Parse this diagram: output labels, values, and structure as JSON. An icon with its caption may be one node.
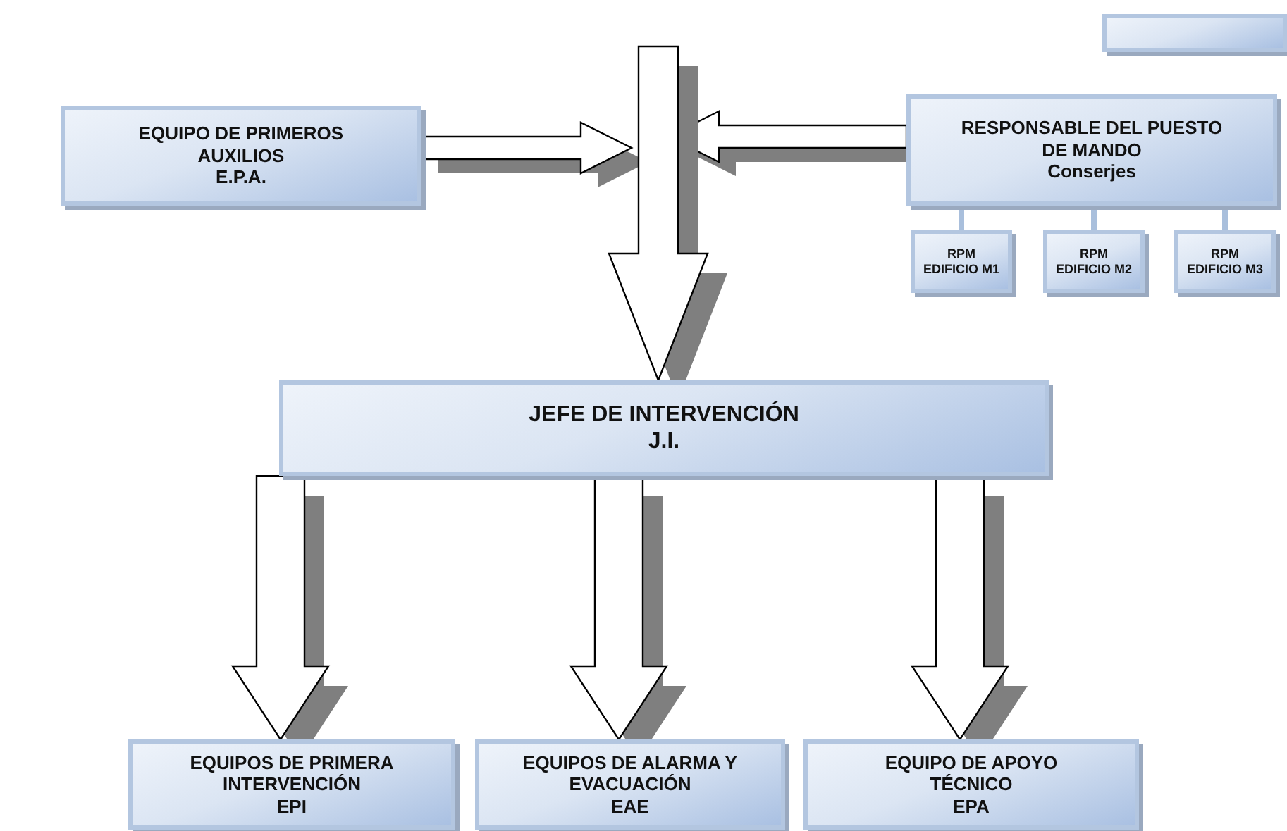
{
  "diagram": {
    "nodes": [
      {
        "text": [],
        "shape": "box"
      },
      {
        "text": [
          "EQUIPO DE PRIMEROS AUXILIOS",
          "E.P.A."
        ]
      },
      {
        "text": [
          "RESPONSABLE DEL PUESTO DE MANDO",
          "Conserjes"
        ]
      },
      {
        "text": [
          "RPM",
          "EDIFICIO M1"
        ]
      },
      {
        "text": [
          "RPM",
          "EDIFICIO M2"
        ]
      },
      {
        "text": [
          "RPM",
          "EDIFICIO M3"
        ]
      },
      {
        "text": [
          "JEFE DE INTERVENCIÓN",
          "J.I."
        ]
      },
      {
        "text": [
          "EQUIPOS DE PRIMERA INTERVENCIÓN",
          "EPI"
        ]
      },
      {
        "text": [
          "EQUIPOS DE ALARMA Y EVACUACIÓN",
          "EAE"
        ]
      },
      {
        "text": [
          "EQUIPO DE APOYO TÉCNICO",
          "EPA"
        ]
      }
    ],
    "edges": [
      {
        "from": 1,
        "to": null,
        "arrow": "to"
      },
      {
        "from": 2,
        "to": null,
        "arrow": "to"
      },
      {
        "from": null,
        "to": 6,
        "arrow": "to"
      },
      {
        "from": 2,
        "to": 3,
        "arrow": "none"
      },
      {
        "from": 2,
        "to": 4,
        "arrow": "none"
      },
      {
        "from": 2,
        "to": 5,
        "arrow": "none"
      },
      {
        "from": 6,
        "to": 7,
        "arrow": "to"
      },
      {
        "from": 6,
        "to": 8,
        "arrow": "to"
      },
      {
        "from": 6,
        "to": 9,
        "arrow": "to"
      }
    ]
  }
}
